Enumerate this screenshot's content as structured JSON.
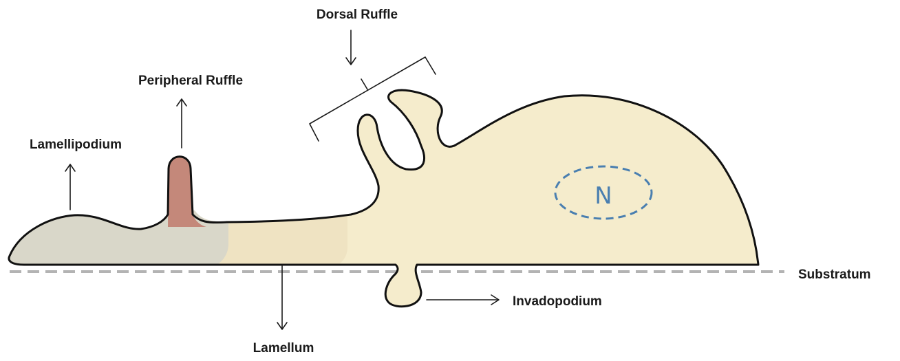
{
  "labels": {
    "dorsal_ruffle": "Dorsal Ruffle",
    "peripheral_ruffle": "Peripheral Ruffle",
    "lamellipodium": "Lamellipodium",
    "nucleus": "N",
    "substratum": "Substratum",
    "invadopodium": "Invadopodium",
    "lamellum": "Lamellum"
  },
  "colors": {
    "cell_body": "#f5eccc",
    "lamellum_region": "#efe3c2",
    "lamellipodium_region": "#d9d7c9",
    "peripheral_ruffle": "#c4887a",
    "nucleus_outline": "#4a7fb0",
    "substratum_line": "#b3b3b3",
    "outline": "#111111"
  }
}
